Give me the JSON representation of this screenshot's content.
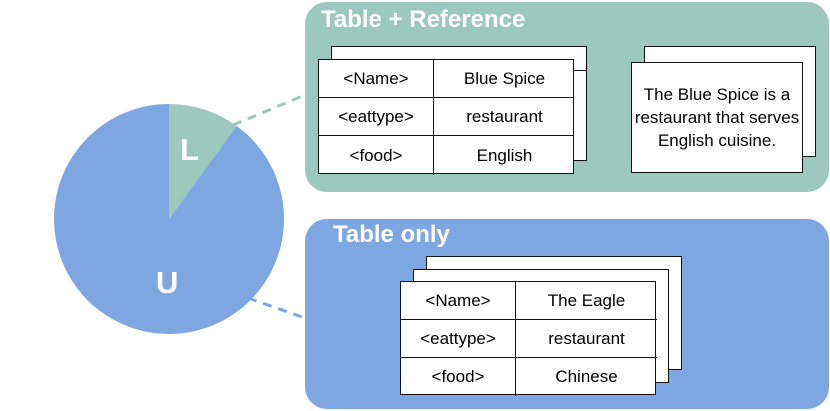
{
  "pie": {
    "segments": [
      {
        "label": "L",
        "fraction": 0.1,
        "color": "#9dc8bd"
      },
      {
        "label": "U",
        "fraction": 0.9,
        "color": "#7ea7e2"
      }
    ]
  },
  "panels": {
    "reference": {
      "title": "Table + Reference",
      "table": [
        [
          "<Name>",
          "Blue Spice"
        ],
        [
          "<eattype>",
          "restaurant"
        ],
        [
          "<food>",
          "English"
        ]
      ],
      "reference_text": "The Blue Spice is a restaurant that serves English cuisine."
    },
    "table_only": {
      "title": "Table only",
      "table": [
        [
          "<Name>",
          "The Eagle"
        ],
        [
          "<eattype>",
          "restaurant"
        ],
        [
          "<food>",
          "Chinese"
        ]
      ]
    }
  },
  "colors": {
    "green": "#9dc8bd",
    "blue": "#7ea7e2",
    "connector_green": "#9dc8bd",
    "connector_blue": "#7ea7e2"
  }
}
